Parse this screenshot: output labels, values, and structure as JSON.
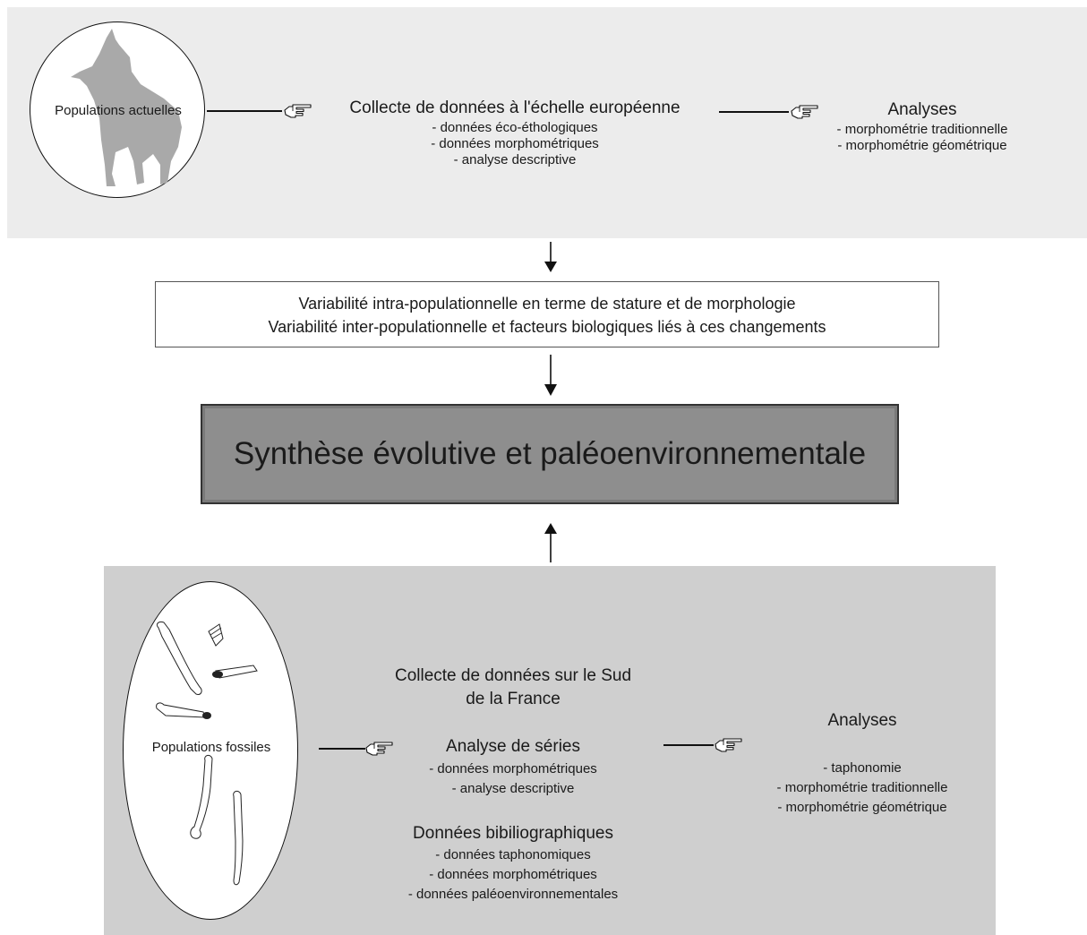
{
  "top": {
    "population_label": "Populations actuelles",
    "collect": {
      "title": "Collecte de données à l'échelle européenne",
      "items": [
        "- données éco-éthologiques",
        "- données morphométriques",
        "- analyse descriptive"
      ]
    },
    "analyses": {
      "title": "Analyses",
      "items": [
        "- morphométrie traditionnelle",
        "- morphométrie géométrique"
      ]
    }
  },
  "variability": {
    "lines": [
      "Variabilité intra-populationnelle en terme de stature et de morphologie",
      "Variabilité inter-populationnelle et facteurs biologiques liés à ces changements"
    ]
  },
  "synthesis": {
    "title": "Synthèse évolutive et paléoenvironnementale"
  },
  "bottom": {
    "population_label": "Populations fossiles",
    "collect": {
      "title_line1": "Collecte de données sur le Sud",
      "title_line2": "de la France"
    },
    "series": {
      "title": "Analyse de séries",
      "items": [
        "- données morphométriques",
        "- analyse descriptive"
      ]
    },
    "biblio": {
      "title": "Données bibiliographiques",
      "items": [
        "- données taphonomiques",
        "- données morphométriques",
        "- données paléoenvironnementales"
      ]
    },
    "analyses": {
      "title": "Analyses",
      "items": [
        "- taphonomie",
        "- morphométrie traditionnelle",
        "- morphométrie géométrique"
      ]
    }
  },
  "icons": {
    "wolf": "howling-wolf-silhouette",
    "pointer": "pointing-hand-icon",
    "arrow": "arrow-icon",
    "bones": "fossil-bones-icon"
  },
  "colors": {
    "top_panel": "#ececec",
    "bottom_panel": "#cfcfcf",
    "synthesis_box": "#8e8e8e",
    "wolf_silhouette": "#a9a9a9"
  }
}
